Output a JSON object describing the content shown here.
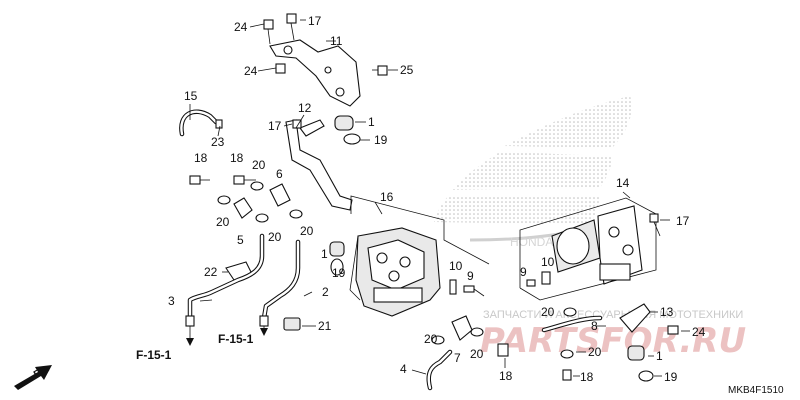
{
  "diagram": {
    "code": "MKB4F1510",
    "ref_left": "F-15-1",
    "ref_mid": "F-15-1",
    "direction": "FR.",
    "watermark_text": "ЗАПЧАСТИ И АКСЕССУАРЫ ДЛЯ МОТОТЕХНИКИ",
    "watermark_logo": "PARTSFOR.RU",
    "callouts": {
      "c24a": "24",
      "c17a": "17",
      "c11": "11",
      "c24b": "24",
      "c25": "25",
      "c15": "15",
      "c12": "12",
      "c1a": "1",
      "c19a": "19",
      "c17b": "17",
      "c23": "23",
      "c18a": "18",
      "c18b": "18",
      "c20a": "20",
      "c6": "6",
      "c20b": "20",
      "c20c": "20",
      "c20d": "20",
      "c16": "16",
      "c5": "5",
      "c1b": "1",
      "c19b": "19",
      "c22": "22",
      "c3": "3",
      "c2": "2",
      "c21": "21",
      "c10a": "10",
      "c9a": "9",
      "c14": "14",
      "c17c": "17",
      "c9b": "9",
      "c10b": "10",
      "c20e": "20",
      "c8": "8",
      "c13": "13",
      "c24c": "24",
      "c20f": "20",
      "c20g": "20",
      "c7": "7",
      "c20h": "20",
      "c1c": "1",
      "c4": "4",
      "c18c": "18",
      "c18d": "18",
      "c19c": "19"
    }
  }
}
